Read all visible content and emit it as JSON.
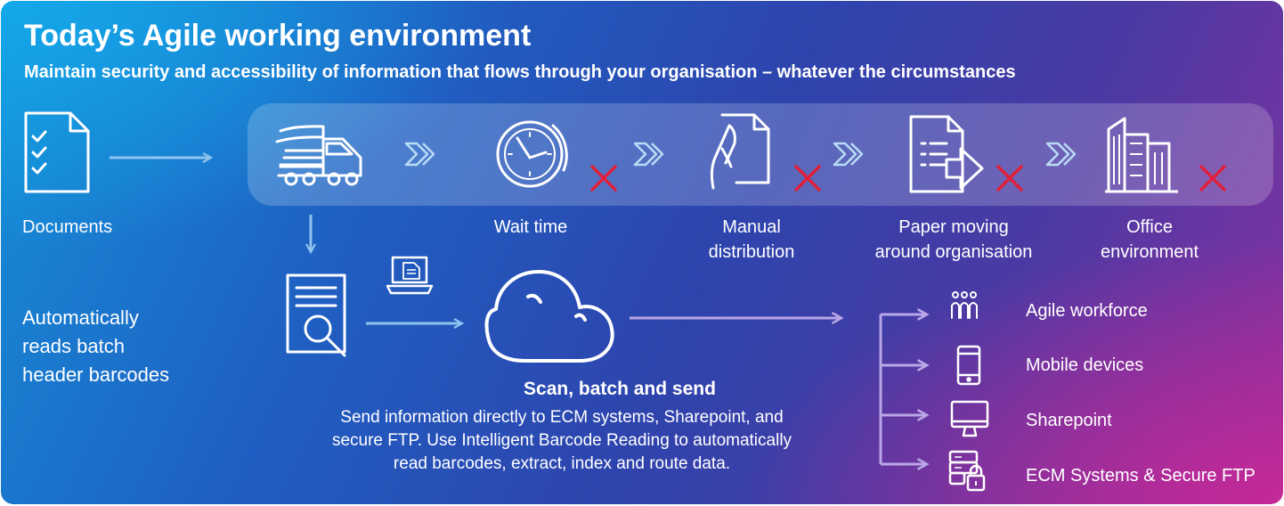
{
  "header": {
    "title": "Today’s Agile working environment",
    "subtitle": "Maintain security and accessibility of information that flows through your organisation – whatever the circumstances"
  },
  "process": {
    "documents": "Documents",
    "steps": [
      {
        "label_line1": "Wait time",
        "label_line2": "",
        "icon": "clock-icon"
      },
      {
        "label_line1": "Manual",
        "label_line2": "distribution",
        "icon": "hand-document-icon"
      },
      {
        "label_line1": "Paper moving",
        "label_line2": "around organisation",
        "icon": "document-forward-icon"
      },
      {
        "label_line1": "Office",
        "label_line2": "environment",
        "icon": "office-building-icon"
      }
    ]
  },
  "automation": {
    "line1": "Automatically",
    "line2": "reads batch",
    "line3": "header barcodes"
  },
  "scan": {
    "title": "Scan, batch and send",
    "desc_line1": "Send information directly to ECM systems, Sharepoint, and",
    "desc_line2": "secure FTP. Use Intelligent Barcode Reading to automatically",
    "desc_line3": "read barcodes, extract, index and route data."
  },
  "destinations": [
    {
      "label": "Agile workforce",
      "icon": "people-icon"
    },
    {
      "label": "Mobile devices",
      "icon": "mobile-icon"
    },
    {
      "label": "Sharepoint",
      "icon": "monitor-icon"
    },
    {
      "label": "ECM Systems & Secure FTP",
      "icon": "server-lock-icon"
    }
  ],
  "colors": {
    "cross": "#e0203a",
    "arrow": "#8ec4ef",
    "line": "#b9a6e6"
  }
}
